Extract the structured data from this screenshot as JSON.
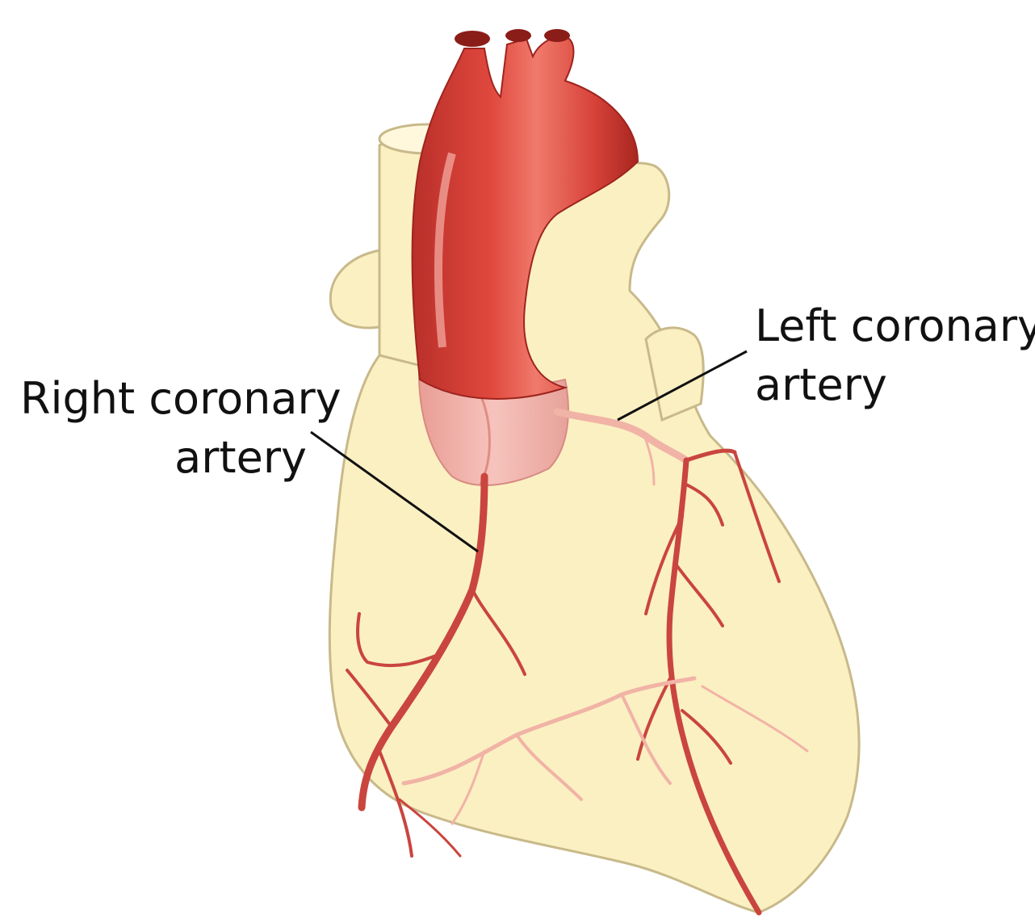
{
  "diagram": {
    "labels": {
      "right_coronary": [
        "Right coronary",
        "artery"
      ],
      "left_coronary": [
        "Left coronary",
        "artery"
      ]
    },
    "colors": {
      "background": "#ffffff",
      "heart_fill": "#fbf0c2",
      "aorta": "#d8433a",
      "aorta_highlight": "#f08a7d",
      "aortic_root": "#f2b4ad",
      "artery": "#c9453e",
      "vein": "#f1b3a6",
      "text": "#111111"
    }
  }
}
